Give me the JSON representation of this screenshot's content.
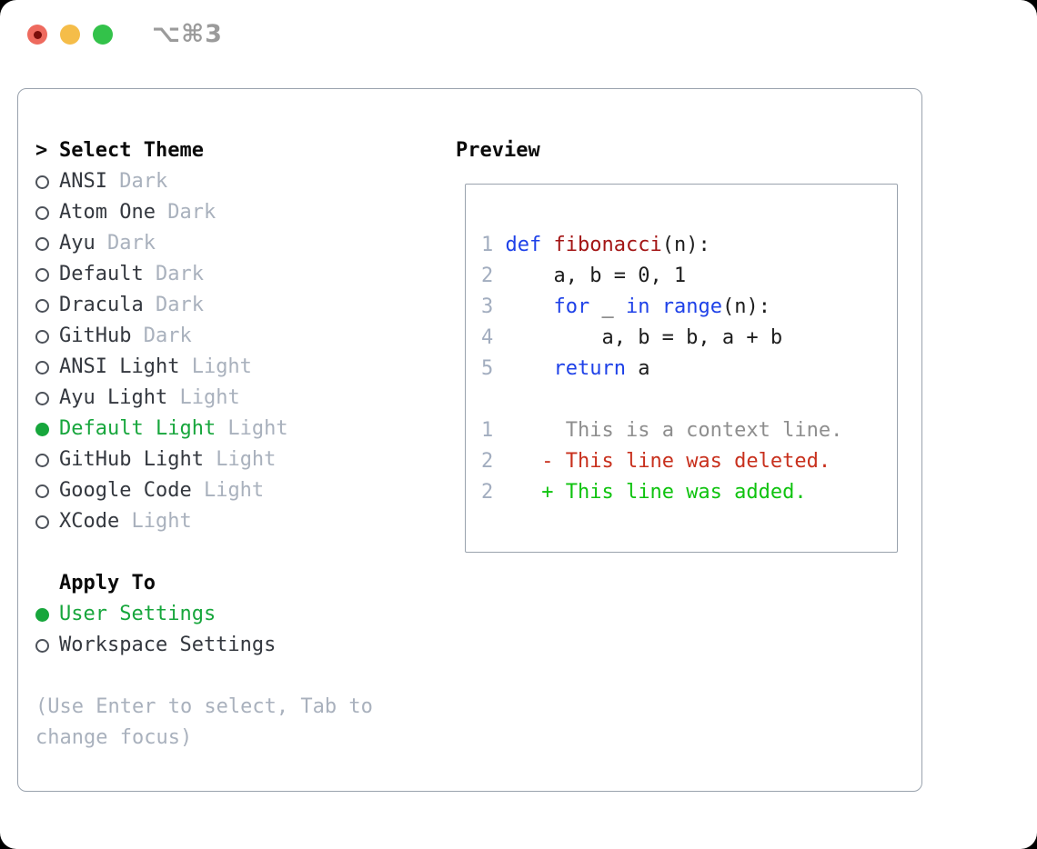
{
  "window": {
    "shortcut_label": "⌥⌘3",
    "traffic_lights": [
      "close",
      "minimize",
      "zoom"
    ]
  },
  "theme_picker": {
    "header_prefix": ">",
    "header": "Select Theme",
    "items": [
      {
        "name": "ANSI",
        "variant": "Dark",
        "selected": false
      },
      {
        "name": "Atom One",
        "variant": "Dark",
        "selected": false
      },
      {
        "name": "Ayu",
        "variant": "Dark",
        "selected": false
      },
      {
        "name": "Default",
        "variant": "Dark",
        "selected": false
      },
      {
        "name": "Dracula",
        "variant": "Dark",
        "selected": false
      },
      {
        "name": "GitHub",
        "variant": "Dark",
        "selected": false
      },
      {
        "name": "ANSI Light",
        "variant": "Light",
        "selected": false
      },
      {
        "name": "Ayu Light",
        "variant": "Light",
        "selected": false
      },
      {
        "name": "Default Light",
        "variant": "Light",
        "selected": true
      },
      {
        "name": "GitHub Light",
        "variant": "Light",
        "selected": false
      },
      {
        "name": "Google Code",
        "variant": "Light",
        "selected": false
      },
      {
        "name": "XCode",
        "variant": "Light",
        "selected": false
      }
    ],
    "apply_to": {
      "header": "Apply To",
      "options": [
        {
          "name": "User Settings",
          "selected": true
        },
        {
          "name": "Workspace Settings",
          "selected": false
        }
      ]
    },
    "hint": "(Use Enter to select, Tab to change focus)"
  },
  "preview": {
    "title": "Preview",
    "code_lines": [
      {
        "num": "1",
        "segments": [
          {
            "t": "def",
            "c": "kw"
          },
          {
            "t": " ",
            "c": "plain"
          },
          {
            "t": "fibonacci",
            "c": "fn"
          },
          {
            "t": "(n):",
            "c": "plain"
          }
        ]
      },
      {
        "num": "2",
        "segments": [
          {
            "t": "    a, b = 0, 1",
            "c": "plain"
          }
        ]
      },
      {
        "num": "3",
        "segments": [
          {
            "t": "    ",
            "c": "plain"
          },
          {
            "t": "for",
            "c": "kw"
          },
          {
            "t": " _ ",
            "c": "plain"
          },
          {
            "t": "in",
            "c": "kw"
          },
          {
            "t": " ",
            "c": "plain"
          },
          {
            "t": "range",
            "c": "kw"
          },
          {
            "t": "(n):",
            "c": "plain"
          }
        ]
      },
      {
        "num": "4",
        "segments": [
          {
            "t": "        a, b = b, a + b",
            "c": "plain"
          }
        ]
      },
      {
        "num": "5",
        "segments": [
          {
            "t": "    ",
            "c": "plain"
          },
          {
            "t": "return",
            "c": "kw"
          },
          {
            "t": " a",
            "c": "plain"
          }
        ]
      },
      {
        "num": "",
        "segments": []
      },
      {
        "num": "1",
        "segments": [
          {
            "t": "     ",
            "c": "plain"
          },
          {
            "t": "This is a context line.",
            "c": "ctx"
          }
        ]
      },
      {
        "num": "2",
        "segments": [
          {
            "t": "   ",
            "c": "plain"
          },
          {
            "t": "- This line was deleted.",
            "c": "del"
          }
        ]
      },
      {
        "num": "2",
        "segments": [
          {
            "t": "   ",
            "c": "plain"
          },
          {
            "t": "+ This line was added.",
            "c": "add"
          }
        ]
      }
    ]
  },
  "colors": {
    "border": "#99a2ad",
    "accent": "#17a63c",
    "dark": "#34383f",
    "muted": "#a9b1bd",
    "black": "#0a0a0a",
    "lineno": "#a2adbf",
    "code": "#1d1d1d",
    "kw": "#1e41e8",
    "fn": "#a31515",
    "ctx": "#8e8e8e",
    "del": "#c8301d",
    "add": "#0fc30f",
    "tl-red": "#ee6a5e",
    "tl-red-dot": "#7b0f0b",
    "tl-yellow": "#f5bd49",
    "tl-green": "#33c24a",
    "shortcut": "#9b9b9b"
  }
}
